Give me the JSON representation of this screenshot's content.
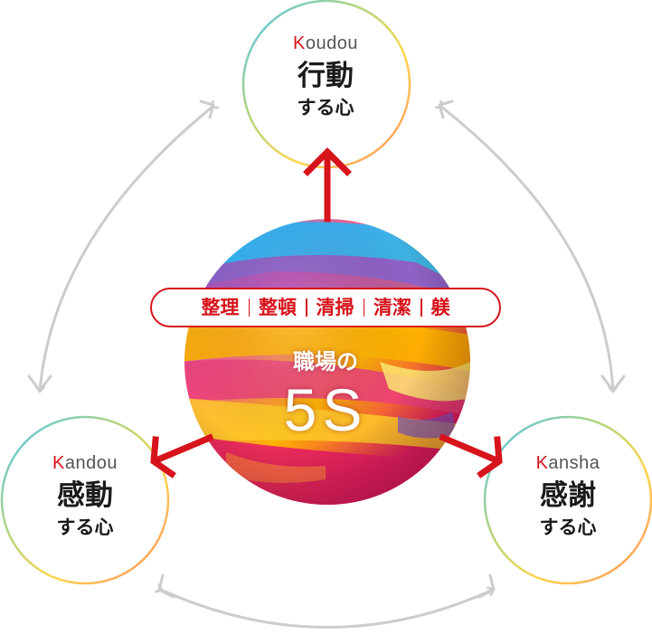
{
  "nodes": {
    "koudou": {
      "roma_initial": "K",
      "roma_rest": "oudou",
      "kanji": "行動",
      "sub": "する心"
    },
    "kandou": {
      "roma_initial": "K",
      "roma_rest": "andou",
      "kanji": "感動",
      "sub": "する心"
    },
    "kansha": {
      "roma_initial": "K",
      "roma_rest": "ansha",
      "kanji": "感謝",
      "sub": "する心"
    }
  },
  "pill": {
    "items": [
      "整理",
      "整頓",
      "清掃",
      "清潔",
      "躾"
    ]
  },
  "center": {
    "title": "職場の",
    "big": "5S"
  },
  "colors": {
    "accent_red": "#d7131b",
    "cycle_arrow_gray": "#cccccc",
    "ring_gradient": [
      "#4fc3f7",
      "#aed581",
      "#ffd54f",
      "#ff8a65"
    ]
  },
  "icons": {
    "cycle": "curved-double-arrow",
    "outward": "red-outward-arrow",
    "sphere": "painted-sphere"
  }
}
